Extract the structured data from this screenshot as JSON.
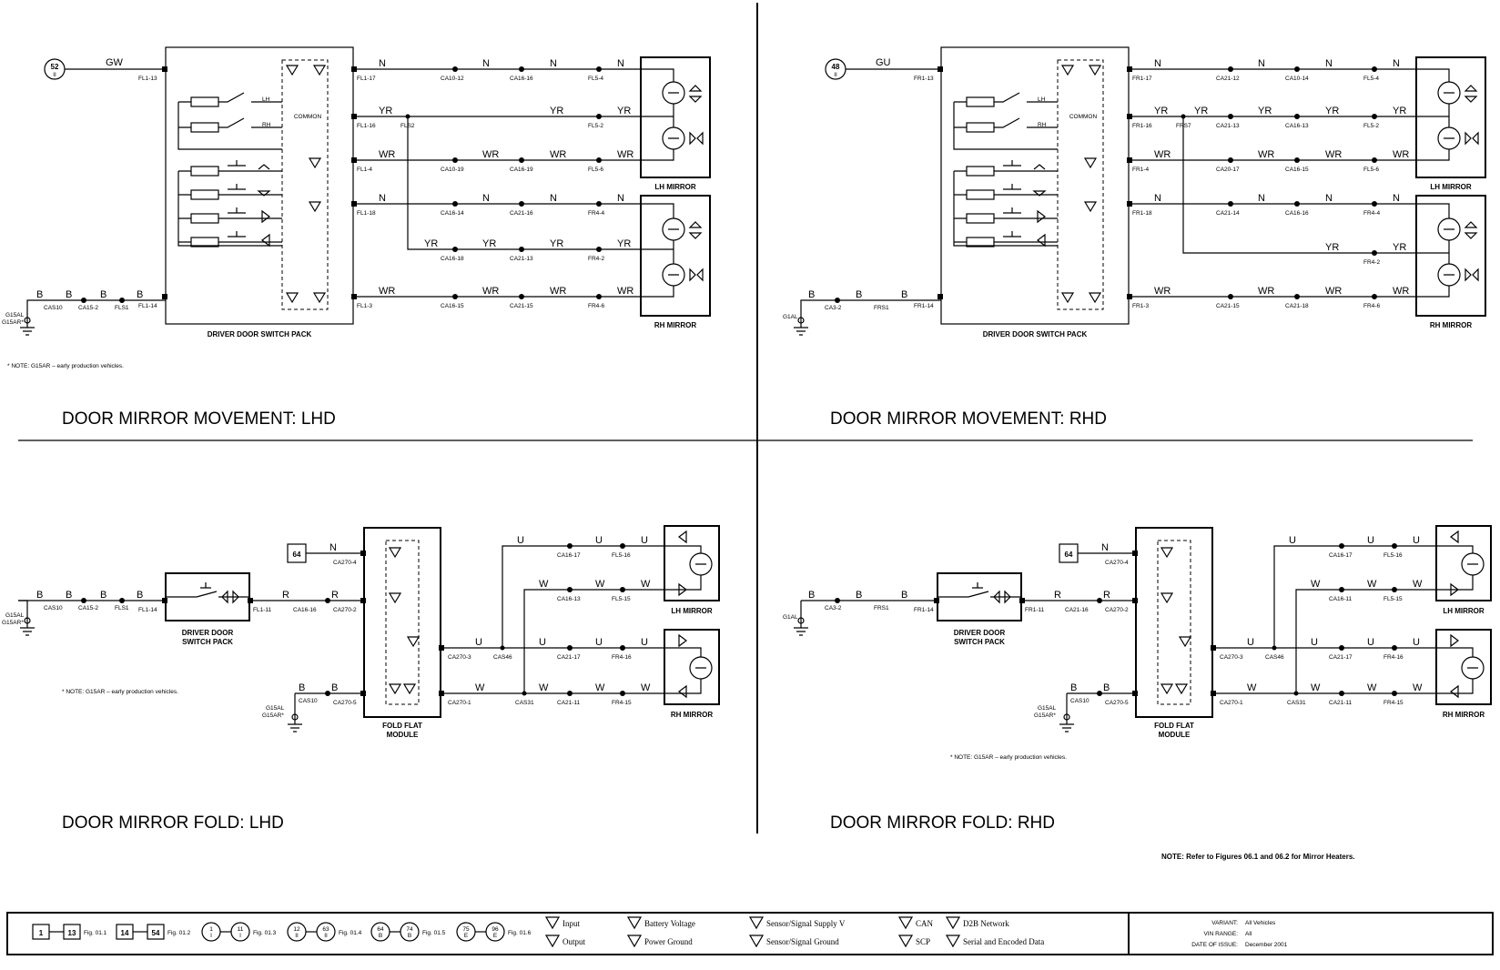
{
  "q1": {
    "title": "DOOR MIRROR MOVEMENT: LHD",
    "fuse": {
      "num": "52",
      "sub": "II"
    },
    "sw_label": "DRIVER DOOR SWITCH PACK",
    "common": "COMMON",
    "lh": "LH",
    "rh": "RH",
    "lh_mirror": "LH MIRROR",
    "rh_mirror": "RH MIRROR",
    "note": "* NOTE: G15AR – early production vehicles.",
    "ground": [
      "G15AL",
      "G15AR*"
    ],
    "wires": {
      "gw": "GW",
      "n": "N",
      "yr": "YR",
      "wr": "WR",
      "b": "B"
    },
    "conn": {
      "fl1_13": "FL1-13",
      "fl1_17": "FL1-17",
      "fl1_16": "FL1-16",
      "fl1_4": "FL1-4",
      "fl1_18": "FL1-18",
      "fl1_3": "FL1-3",
      "fl1_14": "FL1-14",
      "fls2": "FLS2",
      "ca10_12": "CA10-12",
      "ca16_16": "CA16-16",
      "ca10_19": "CA10-19",
      "ca16_19": "CA16-19",
      "ca16_14": "CA16-14",
      "ca21_16": "CA21-16",
      "ca16_18": "CA16-18",
      "ca21_13": "CA21-13",
      "ca16_15": "CA16-15",
      "ca21_15": "CA21-15",
      "fl5_4": "FL5-4",
      "fl5_2": "FL5-2",
      "fl5_6": "FL5-6",
      "fr4_4": "FR4-4",
      "fr4_2": "FR4-2",
      "fr4_6": "FR4-6",
      "cas10": "CAS10",
      "ca15_2": "CA15-2",
      "fls1": "FLS1"
    }
  },
  "q2": {
    "title": "DOOR MIRROR MOVEMENT: RHD",
    "fuse": {
      "num": "48",
      "sub": "II"
    },
    "sw_label": "DRIVER DOOR SWITCH PACK",
    "common": "COMMON",
    "lh": "LH",
    "rh": "RH",
    "lh_mirror": "LH MIRROR",
    "rh_mirror": "RH MIRROR",
    "ground": [
      "G1AL"
    ],
    "wires": {
      "gu": "GU",
      "n": "N",
      "yr": "YR",
      "wr": "WR",
      "b": "B"
    },
    "conn": {
      "fr1_13": "FR1-13",
      "fr1_17": "FR1-17",
      "fr1_16": "FR1-16",
      "fr1_4": "FR1-4",
      "fr1_18": "FR1-18",
      "fr1_3": "FR1-3",
      "fr1_14": "FR1-14",
      "frs7": "FRS7",
      "ca21_12": "CA21-12",
      "ca10_14": "CA10-14",
      "ca21_13": "CA21-13",
      "ca16_13": "CA16-13",
      "ca20_17": "CA20-17",
      "ca16_15": "CA16-15",
      "ca21_14": "CA21-14",
      "ca16_16": "CA16-16",
      "ca21_15": "CA21-15",
      "ca21_18": "CA21-18",
      "fl5_4": "FL5-4",
      "fl5_2": "FL5-2",
      "fl5_6": "FL5-6",
      "fr4_4": "FR4-4",
      "fr4_2": "FR4-2",
      "fr4_6": "FR4-6",
      "ca3_2": "CA3-2",
      "frs1": "FRS1"
    }
  },
  "q3": {
    "title": "DOOR MIRROR FOLD: LHD",
    "fuse": "64",
    "sw_label": [
      "DRIVER DOOR",
      "SWITCH PACK"
    ],
    "module": [
      "FOLD FLAT",
      "MODULE"
    ],
    "lh_mirror": "LH MIRROR",
    "rh_mirror": "RH MIRROR",
    "note": "* NOTE: G15AR – early production vehicles.",
    "ground": [
      "G15AL",
      "G15AR*"
    ],
    "ground2": [
      "G15AL",
      "G15AR*"
    ],
    "wires": {
      "n": "N",
      "u": "U",
      "w": "W",
      "r": "R",
      "b": "B"
    },
    "conn": {
      "ca270_4": "CA270-4",
      "ca270_2": "CA270-2",
      "ca270_5": "CA270-5",
      "ca270_3": "CA270-3",
      "ca270_1": "CA270-1",
      "ca16_17": "CA16-17",
      "ca16_13": "CA16-13",
      "ca21_17": "CA21-17",
      "ca21_11": "CA21-11",
      "fl5_16": "FL5-16",
      "fl5_15": "FL5-15",
      "fr4_16": "FR4-16",
      "fr4_15": "FR4-15",
      "cas46": "CAS46",
      "cas31": "CAS31",
      "fl1_14": "FL1-14",
      "fl1_11": "FL1-11",
      "ca16_16": "CA16-16",
      "cas10": "CAS10",
      "ca15_2": "CA15-2",
      "fls1": "FLS1"
    }
  },
  "q4": {
    "title": "DOOR MIRROR FOLD: RHD",
    "fuse": "64",
    "sw_label": [
      "DRIVER DOOR",
      "SWITCH PACK"
    ],
    "module": [
      "FOLD FLAT",
      "MODULE"
    ],
    "lh_mirror": "LH MIRROR",
    "rh_mirror": "RH MIRROR",
    "note": "* NOTE: G15AR – early production vehicles.",
    "ground": [
      "G1AL"
    ],
    "ground2": [
      "G15AL",
      "G15AR*"
    ],
    "wires": {
      "n": "N",
      "u": "U",
      "w": "W",
      "r": "R",
      "b": "B"
    },
    "conn": {
      "ca270_4": "CA270-4",
      "ca270_2": "CA270-2",
      "ca270_5": "CA270-5",
      "ca270_3": "CA270-3",
      "ca270_1": "CA270-1",
      "ca16_17": "CA16-17",
      "ca16_11": "CA16-11",
      "ca21_17": "CA21-17",
      "ca21_11": "CA21-11",
      "fl5_16": "FL5-16",
      "fl5_15": "FL5-15",
      "fr4_16": "FR4-16",
      "fr4_15": "FR4-15",
      "cas46": "CAS46",
      "cas31": "CAS31",
      "fr1_14": "FR1-14",
      "fr1_11": "FR1-11",
      "ca21_16": "CA21-16",
      "ca3_2": "CA3-2",
      "frs1": "FRS1",
      "cas10": "CAS10"
    }
  },
  "footnote": "NOTE: Refer to Figures 06.1 and 06.2 for Mirror Heaters.",
  "legend": {
    "b1": "1",
    "b13": "13",
    "fig1": "Fig. 01.1",
    "b14": "14",
    "b54": "54",
    "fig2": "Fig. 01.2",
    "c1": "1",
    "c1s": "I",
    "c11": "11",
    "c11s": "I",
    "fig3": "Fig. 01.3",
    "c12": "12",
    "c12s": "II",
    "c63": "63",
    "c63s": "II",
    "fig4": "Fig. 01.4",
    "c64": "64",
    "c64s": "B",
    "c74": "74",
    "c74s": "B",
    "fig5": "Fig. 01.5",
    "c75": "75",
    "c75s": "E",
    "c96": "96",
    "c96s": "E",
    "fig6": "Fig. 01.6",
    "input": "Input",
    "output": "Output",
    "batt": "Battery Voltage",
    "pgnd": "Power Ground",
    "ssv": "Sensor/Signal Supply V",
    "ssg": "Sensor/Signal Ground",
    "can": "CAN",
    "scp": "SCP",
    "d2b": "D2B Network",
    "serial": "Serial and Encoded Data"
  },
  "info": {
    "variant_k": "VARIANT:",
    "variant_v": "All Vehicles",
    "vin_k": "VIN RANGE:",
    "vin_v": "All",
    "date_k": "DATE OF ISSUE:",
    "date_v": "December 2001"
  }
}
